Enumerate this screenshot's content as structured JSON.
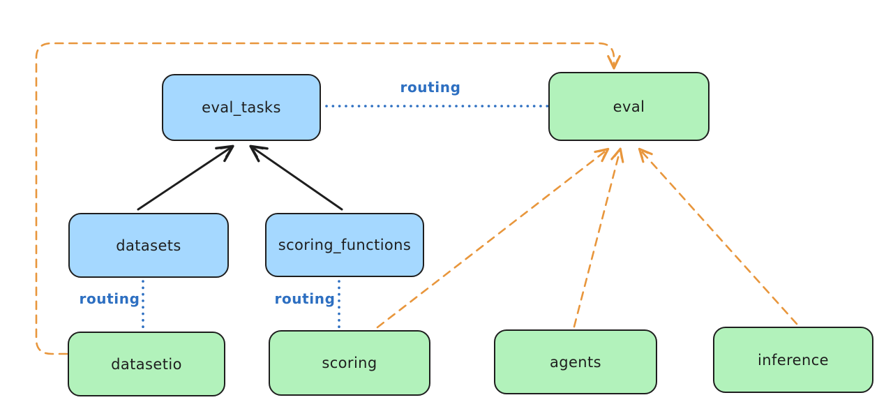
{
  "diagram": {
    "nodes": [
      {
        "id": "eval_tasks",
        "label": "eval_tasks",
        "kind": "resource",
        "fill": "#a5d8ff"
      },
      {
        "id": "eval",
        "label": "eval",
        "kind": "provider",
        "fill": "#b2f2bb"
      },
      {
        "id": "datasets",
        "label": "datasets",
        "kind": "resource",
        "fill": "#a5d8ff"
      },
      {
        "id": "scoring_functions",
        "label": "scoring_functions",
        "kind": "resource",
        "fill": "#a5d8ff"
      },
      {
        "id": "datasetio",
        "label": "datasetio",
        "kind": "provider",
        "fill": "#b2f2bb"
      },
      {
        "id": "scoring",
        "label": "scoring",
        "kind": "provider",
        "fill": "#b2f2bb"
      },
      {
        "id": "agents",
        "label": "agents",
        "kind": "provider",
        "fill": "#b2f2bb"
      },
      {
        "id": "inference",
        "label": "inference",
        "kind": "provider",
        "fill": "#b2f2bb"
      }
    ],
    "edge_labels": [
      {
        "id": "routing-top",
        "text": "routing"
      },
      {
        "id": "routing-datasets",
        "text": "routing"
      },
      {
        "id": "routing-scoring",
        "text": "routing"
      }
    ],
    "edges": [
      {
        "from": "datasets",
        "to": "eval_tasks",
        "style": "solid-black-arrow"
      },
      {
        "from": "scoring_functions",
        "to": "eval_tasks",
        "style": "solid-black-arrow"
      },
      {
        "from": "eval_tasks",
        "to": "eval",
        "style": "dotted-blue",
        "label": "routing"
      },
      {
        "from": "datasets",
        "to": "datasetio",
        "style": "dotted-blue",
        "label": "routing"
      },
      {
        "from": "scoring_functions",
        "to": "scoring",
        "style": "dotted-blue",
        "label": "routing"
      },
      {
        "from": "datasetio",
        "to": "eval",
        "style": "dashed-orange-arrow"
      },
      {
        "from": "scoring",
        "to": "eval",
        "style": "dashed-orange-arrow"
      },
      {
        "from": "agents",
        "to": "eval",
        "style": "dashed-orange-arrow"
      },
      {
        "from": "inference",
        "to": "eval",
        "style": "dashed-orange-arrow"
      }
    ],
    "colors": {
      "blue_fill": "#a5d8ff",
      "green_fill": "#b2f2bb",
      "stroke": "#1e1e1e",
      "orange": "#e8963c",
      "routing_blue": "#2d6fc1",
      "background": "#ffffff"
    }
  }
}
